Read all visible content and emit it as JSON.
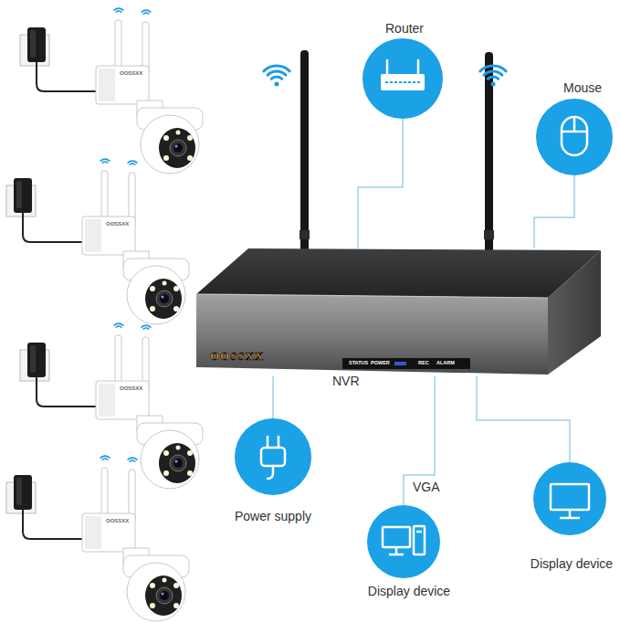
{
  "diagram": {
    "nodes": [
      {
        "text": [
          "Router"
        ]
      },
      {
        "text": [
          "Mouse"
        ]
      },
      {
        "text": [
          "OOSSXX",
          "STATUS",
          "POWER",
          "REC",
          "ALARM",
          "NVR"
        ]
      },
      {
        "text": [
          "Power supply"
        ]
      },
      {
        "text": [
          "Display device"
        ]
      },
      {
        "text": [
          "Display device"
        ]
      }
    ],
    "edges": [
      {
        "from": 2,
        "to": 0,
        "arrow": "none"
      },
      {
        "from": 2,
        "to": 1,
        "arrow": "none"
      },
      {
        "from": 2,
        "to": 3,
        "arrow": "none"
      },
      {
        "from": 2,
        "to": 4,
        "label": "VGA",
        "arrow": "none"
      },
      {
        "from": 2,
        "to": 5,
        "arrow": "none"
      }
    ],
    "labels": [
      "OOSSXX",
      "OOSSXX",
      "OOSSXX",
      "OOSSXX"
    ]
  }
}
